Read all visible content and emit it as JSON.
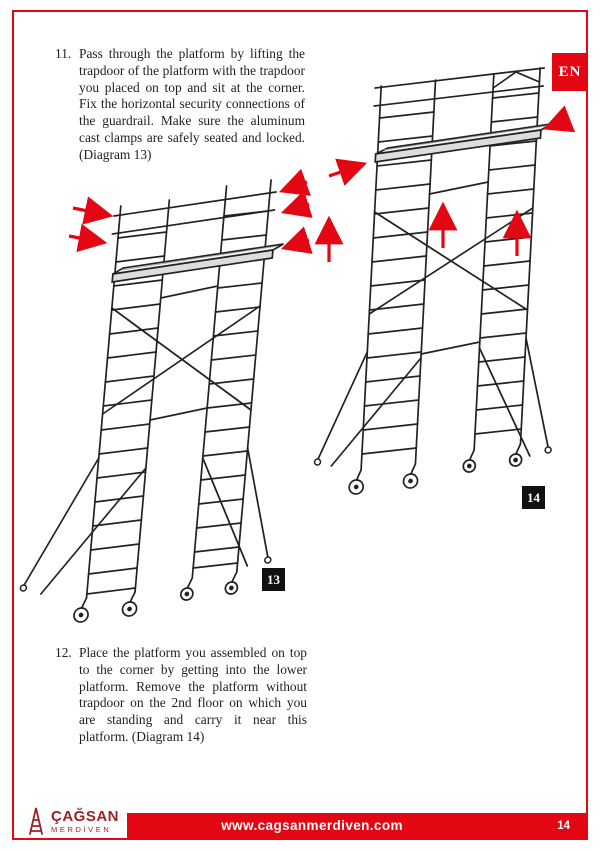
{
  "page": {
    "lang_tag": "EN"
  },
  "instructions": [
    {
      "number": "11.",
      "text": "Pass through the platform by lifting the trapdoor of the platform with the trapdoor you placed on top and sit at the corner. Fix the horizontal security connections of the guardrail. Make sure the aluminum cast clamps are safely seated and locked. (Diagram 13)"
    },
    {
      "number": "12.",
      "text": "Place the platform you assembled on top to the corner by getting into the lower platform. Remove the platform without trapdoor on the 2nd floor on which you are standing and carry it near this platform. (Diagram 14)"
    }
  ],
  "diagrams": [
    {
      "label": "13"
    },
    {
      "label": "14"
    }
  ],
  "footer": {
    "brand_name": "ÇAĞSAN",
    "brand_subtitle": "MERDİVEN",
    "url": "www.cagsanmerdiven.com",
    "page_number": "14"
  },
  "colors": {
    "accent_red": "#e30613",
    "logo_red": "#9d2228",
    "line_black": "#222222"
  }
}
